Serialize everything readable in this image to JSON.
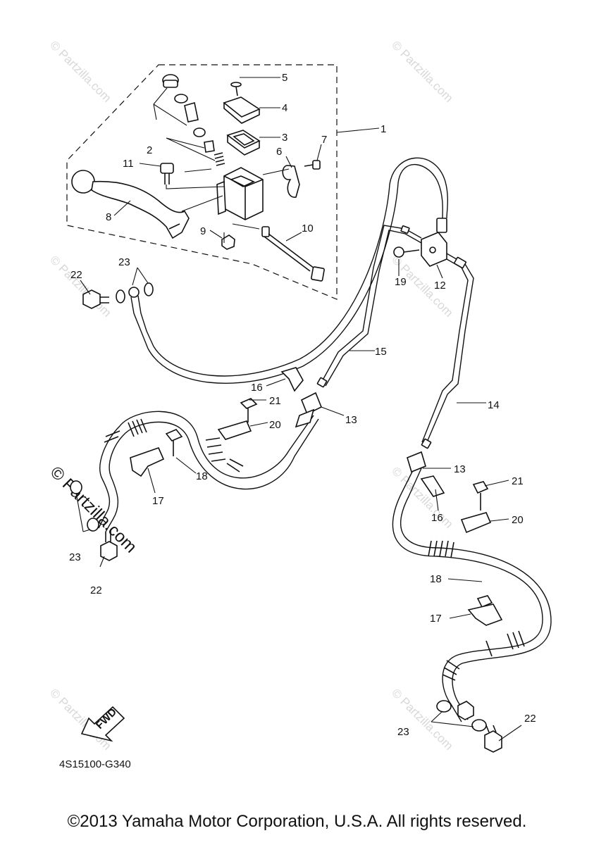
{
  "diagram_code": "4S15100-G340",
  "fwd_label": "FWD",
  "copyright": "©2013 Yamaha Motor Corporation, U.S.A. All rights reserved.",
  "watermark": "© Partzilla.com",
  "callouts": {
    "c1": "1",
    "c2": "2",
    "c3": "3",
    "c4": "4",
    "c5": "5",
    "c6": "6",
    "c7": "7",
    "c8": "8",
    "c9": "9",
    "c10": "10",
    "c11": "11",
    "c12": "12",
    "c13a": "13",
    "c13b": "13",
    "c14": "14",
    "c15": "15",
    "c16a": "16",
    "c16b": "16",
    "c17a": "17",
    "c17b": "17",
    "c18a": "18",
    "c18b": "18",
    "c19": "19",
    "c20a": "20",
    "c20b": "20",
    "c21a": "21",
    "c21b": "21",
    "c22a": "22",
    "c22b": "22",
    "c22c": "22",
    "c23a": "23",
    "c23b": "23",
    "c23c": "23"
  }
}
